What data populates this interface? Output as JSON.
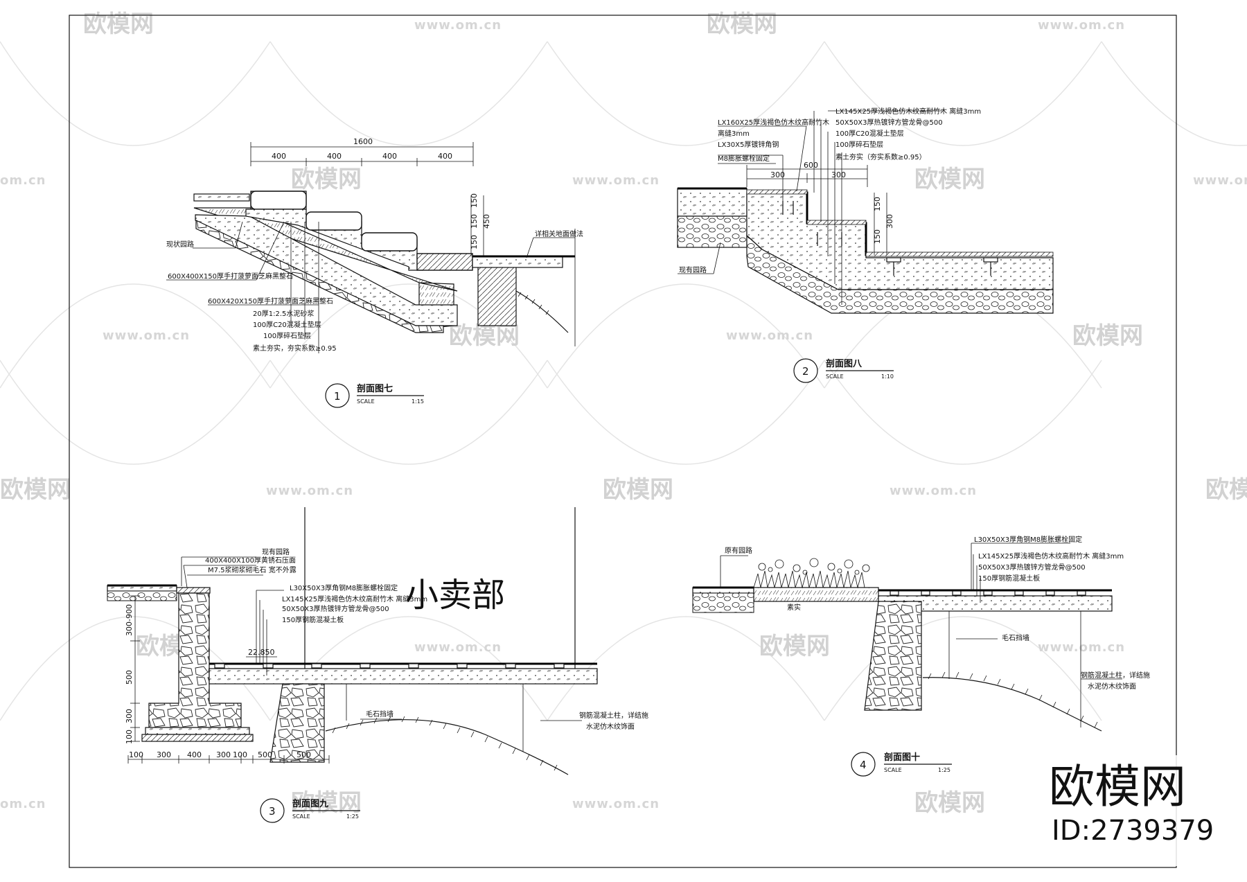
{
  "watermarks": {
    "logo_text": "欧模网",
    "url": "www.om.cn",
    "url_short": "om.cn"
  },
  "brand": {
    "logo": "欧模网",
    "id": "ID:2739379"
  },
  "section1": {
    "number": "1",
    "title": "剖面图七",
    "scale_label": "SCALE",
    "scale": "1:15",
    "dims_top": [
      "1600",
      "400",
      "400",
      "400",
      "400"
    ],
    "dims_right": [
      "150",
      "150",
      "450",
      "150"
    ],
    "notes": [
      "现状园路",
      "600X400X150厚手打菠萝面芝麻黑整石",
      "600X420X150厚手打菠萝面芝麻黑整石",
      "20厚1:2.5水泥砂浆",
      "100厚C20混凝土垫层",
      "100厚碎石垫层",
      "素土夯实，夯实系数≥0.95"
    ],
    "right_note": "详相关地面做法"
  },
  "section2": {
    "number": "2",
    "title": "剖面图八",
    "scale_label": "SCALE",
    "scale": "1:10",
    "dims_top": [
      "600",
      "300",
      "300"
    ],
    "dims_right": [
      "150",
      "300",
      "150"
    ],
    "notes_left": [
      "LX160X25厚浅褐色仿木纹高耐竹木",
      "离缝3mm",
      "LX30X5厚镀锌角钢",
      "M8膨胀螺栓固定"
    ],
    "notes_right": [
      "LX145X25厚浅褐色仿木纹高耐竹木  离缝3mm",
      "50X50X3厚热镀锌方管龙骨@500",
      "100厚C20混凝土垫层",
      "100厚碎石垫层",
      "素土夯实（夯实系数≥0.95）"
    ],
    "left_note": "现有园路"
  },
  "section3": {
    "number": "3",
    "title": "剖面图九",
    "scale_label": "SCALE",
    "scale": "1:25",
    "building_label": "小卖部",
    "elevation": "22.850",
    "dims_left": [
      "300-900",
      "500",
      "300",
      "100"
    ],
    "dims_bottom": [
      "100",
      "300",
      "400",
      "300",
      "100",
      "500",
      "500"
    ],
    "notes_top_left": [
      "现有园路",
      "400X400X100厚黄锈石压面",
      "M7.5浆砌浆砌毛石  宽不外露"
    ],
    "notes_main": [
      "L30X50X3厚角钢M8膨胀螺栓固定",
      "LX145X25厚浅褐色仿木纹高耐竹木  离缝3mm",
      "50X50X3厚热镀锌方管龙骨@500",
      "150厚钢筋混凝土板"
    ],
    "note_wall": "毛石挡墙",
    "note_col": "钢筋混凝土柱，详结施",
    "note_col2": "水泥仿木纹饰面"
  },
  "section4": {
    "number": "4",
    "title": "剖面图十",
    "scale_label": "SCALE",
    "scale": "1:25",
    "notes_main": [
      "L30X50X3厚角钢M8膨胀螺栓固定",
      "LX145X25厚浅褐色仿木纹高耐竹木  离缝3mm",
      "50X50X3厚热镀锌方管龙骨@500",
      "150厚钢筋混凝土板"
    ],
    "note_path": "原有园路",
    "note_soil": "素实",
    "note_wall": "毛石挡墙",
    "note_col": "钢筋混凝土柱，详结施",
    "note_col2": "水泥仿木纹饰面"
  }
}
